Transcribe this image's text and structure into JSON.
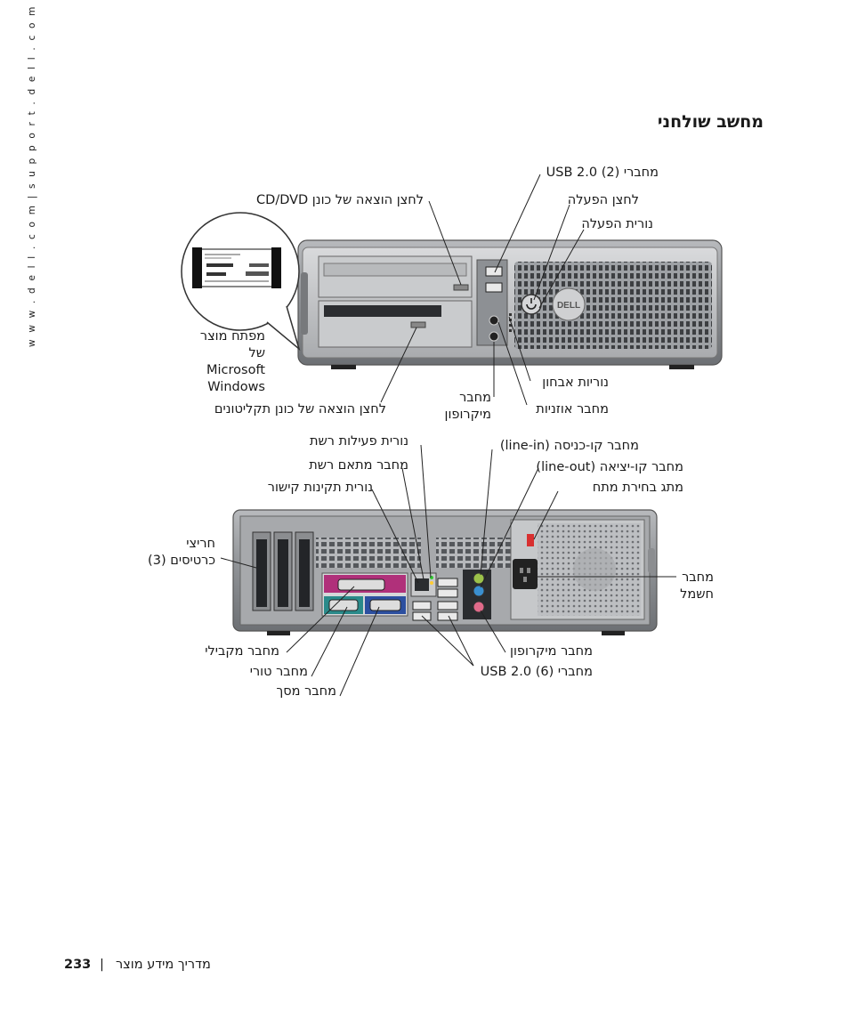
{
  "sidebar_url": "w w w . d e l l . c o m  |  s u p p o r t . d e l l . c o m",
  "title": "מחשב שולחני",
  "front_labels": {
    "usb": "מחברי USB 2.0 (2)",
    "cd_eject": "לחצן הוצאה של כונן CD/DVD",
    "power_button": "לחצן הפעלה",
    "power_light": "נורית הפעלה",
    "product_key": "מפתח מוצר של Microsoft Windows",
    "diagnostic_lights": "נוריות אבחון",
    "mic": "מחבר מיקרופון",
    "headphone": "מחבר אוזניות",
    "floppy_eject": "לחצן הוצאה של כונן תקליטונים"
  },
  "rear_labels": {
    "net_activity": "נורית פעילות רשת",
    "net_adapter": "מחבר מתאם רשת",
    "link_integrity": "נורית תקינות קישור",
    "line_in": "מחבר קו-כניסה (line-in)",
    "line_out": "מחבר קו-יציאה (line-out)",
    "voltage_switch": "מתג בחירת מתח",
    "card_slots": "חריצי כרטיסים (3)",
    "power_connector": "מחבר חשמל",
    "parallel": "מחבר מקבילי",
    "serial": "מחבר טורי",
    "video": "מחבר מסך",
    "mic": "מחבר מיקרופון",
    "usb": "מחברי USB 2.0 (6)"
  },
  "footer": {
    "page_number": "233",
    "separator": "|",
    "guide": "מדריך מידע מוצר"
  },
  "colors": {
    "case_gray": "#8a8c90",
    "parallel_port": "#b0307a",
    "serial_port": "#2a8a8a",
    "video_port": "#2c4fa0",
    "line_in": "#9cc24a",
    "line_out": "#3a8fd0",
    "mic_port": "#e06a8a",
    "voltage_switch": "#d83030"
  }
}
